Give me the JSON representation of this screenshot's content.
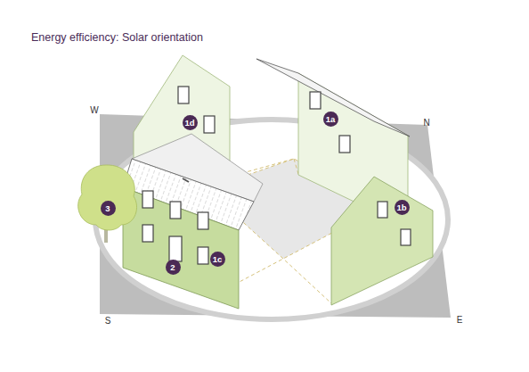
{
  "diagram": {
    "title": "Energy efficiency: Solar orientation",
    "labels": [
      "W",
      "N",
      "1d",
      "1a",
      "3",
      "1b",
      "2",
      "1c",
      "S",
      "E"
    ]
  }
}
